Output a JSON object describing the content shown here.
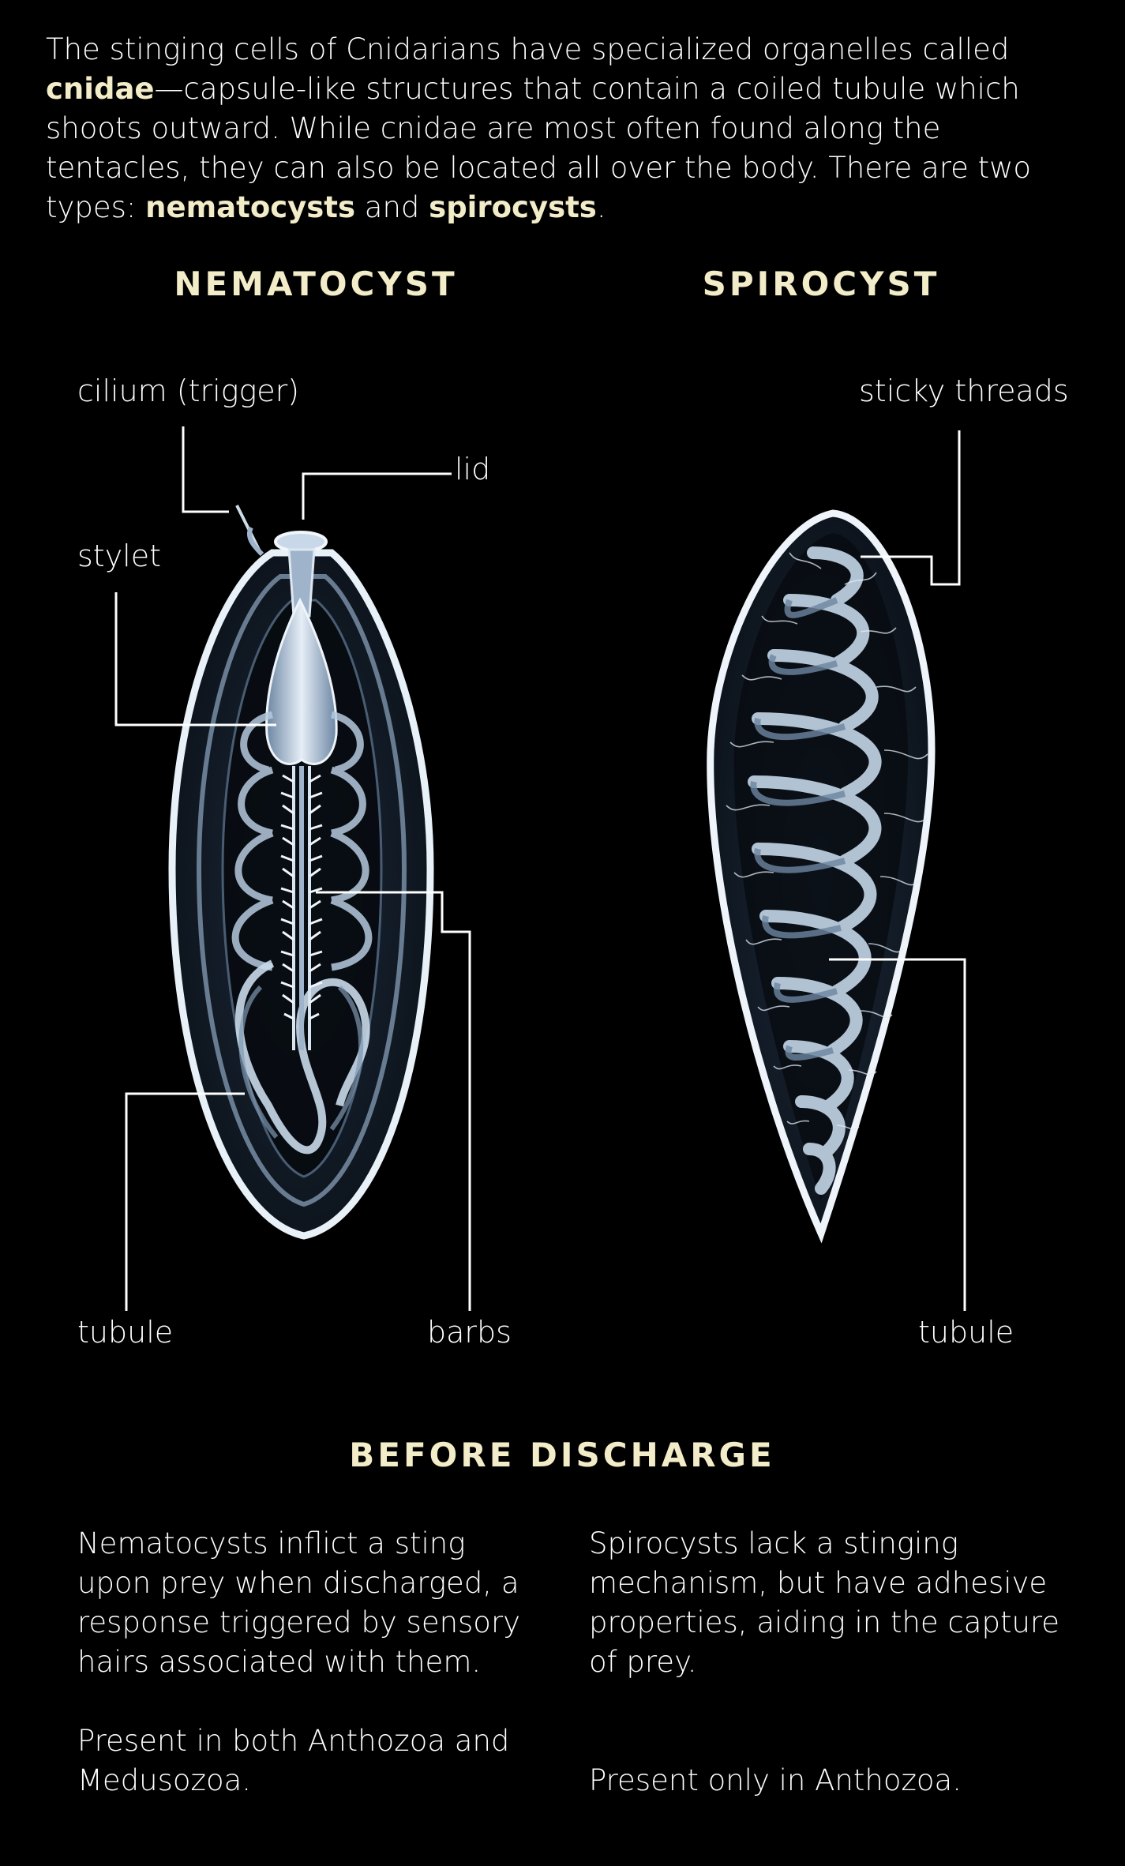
{
  "intro": {
    "p1": "The stinging cells of Cnidarians have specialized organelles called ",
    "cnidae": "cnidae",
    "p2": "—capsule-like structures that contain a coiled tubule which shoots outward. While cnidae are most often found along the tentacles, they can also be located all over the body. There are two types: ",
    "nematocysts": "nematocysts",
    "p3": " and ",
    "spirocysts": "spirocysts",
    "p4": "."
  },
  "nematocyst": {
    "title": "NEMATOCYST",
    "labels": {
      "cilium": "cilium (trigger)",
      "lid": "lid",
      "stylet": "stylet",
      "tubule": "tubule",
      "barbs": "barbs"
    }
  },
  "spirocyst": {
    "title": "SPIROCYST",
    "labels": {
      "sticky_threads": "sticky threads",
      "tubule": "tubule"
    }
  },
  "section": {
    "title": "BEFORE DISCHARGE"
  },
  "descriptions": {
    "nematocyst_1": "Nematocysts inflict a sting upon prey when discharged, a response triggered by sensory hairs associated with them.",
    "nematocyst_2": "Present in both Anthozoa and Medusozoa.",
    "spirocyst_1": "Spirocysts lack a stinging mechanism, but have adhesive properties, aiding in the capture of prey.",
    "spirocyst_2": "Present only in Anthozoa."
  },
  "colors": {
    "background": "#000000",
    "accent": "#f3ecc8",
    "text": "#ffffff",
    "illustration": "#bcd3ea"
  }
}
